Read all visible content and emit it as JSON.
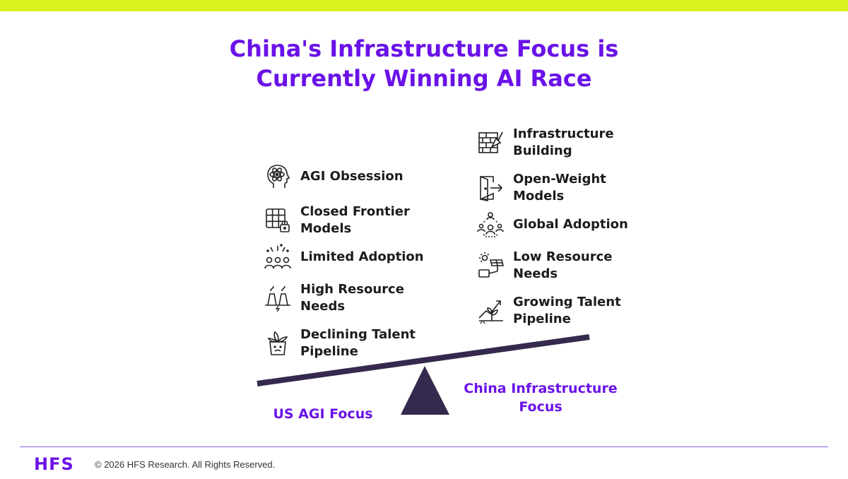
{
  "title": {
    "line1": "China's Infrastructure Focus is",
    "line2": "Currently Winning AI Race"
  },
  "us": {
    "label": "US AGI Focus",
    "items": [
      {
        "label": "AGI Obsession",
        "icon": "atom-head-icon"
      },
      {
        "label": "Closed Frontier Models",
        "icon": "grid-lock-icon"
      },
      {
        "label": "Limited Adoption",
        "icon": "small-group-icon"
      },
      {
        "label": "High Resource Needs",
        "icon": "power-plant-icon"
      },
      {
        "label": "Declining Talent Pipeline",
        "icon": "wilting-plant-icon"
      }
    ]
  },
  "china": {
    "label": "China Infrastructure Focus",
    "items": [
      {
        "label": "Infrastructure Building",
        "icon": "brick-wall-trowel-icon"
      },
      {
        "label": "Open-Weight Models",
        "icon": "open-door-icon"
      },
      {
        "label": "Global Adoption",
        "icon": "network-people-icon"
      },
      {
        "label": "Low Resource Needs",
        "icon": "solar-panel-icon"
      },
      {
        "label": "Growing Talent Pipeline",
        "icon": "growing-plant-icon"
      }
    ]
  },
  "colors": {
    "accent": "#6a12e8",
    "top_bar": "#d8f21c",
    "beam": "#352a4d"
  },
  "footer": {
    "logo": "HFS",
    "copyright": "© 2026 HFS Research. All Rights Reserved."
  }
}
